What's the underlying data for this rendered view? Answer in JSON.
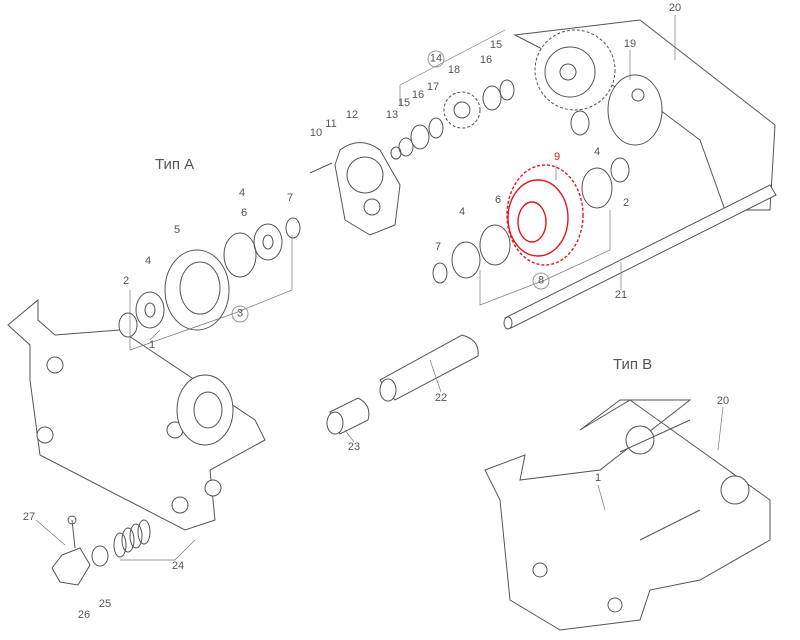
{
  "titles": {
    "type_a": "Тип А",
    "type_b": "Тип В"
  },
  "highlight_color": "#e8141c",
  "labels": {
    "p20a": "20",
    "p19": "19",
    "p15a": "15",
    "p14": "14",
    "p18": "18",
    "p16a": "16",
    "p17": "17",
    "p16b": "16",
    "p15b": "15",
    "p13": "13",
    "p12": "12",
    "p11": "11",
    "p10": "10",
    "p9": "9",
    "p4a": "4",
    "p2a": "2",
    "p6a": "6",
    "p4b": "4",
    "p7a": "7",
    "p8": "8",
    "p21": "21",
    "p4c": "4",
    "p7b": "7",
    "p6b": "6",
    "p5": "5",
    "p4d": "4",
    "p2b": "2",
    "p3": "3",
    "p1a": "1",
    "p22": "22",
    "p23": "23",
    "p27": "27",
    "p24": "24",
    "p26": "26",
    "p25": "25",
    "p20b": "20",
    "p1b": "1"
  }
}
